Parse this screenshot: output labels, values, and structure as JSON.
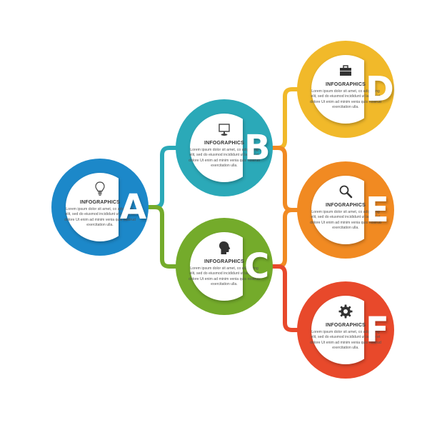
{
  "colors": {
    "A": "#1c88c9",
    "B": "#2ba9b8",
    "C": "#74ab2b",
    "D": "#f1b92a",
    "E": "#f18a22",
    "F": "#e8492b"
  },
  "nodes": [
    {
      "id": "A",
      "letter": "A",
      "title": "INFOGRAPHICS",
      "icon": "lightbulb-icon",
      "body": "Lorem ipsum dolor sit amet, co adipiscing elit, sed do eiusmod incididunt ut labore et dolore Ut enim ad minim venia quis nostrud exercitation ulla."
    },
    {
      "id": "B",
      "letter": "B",
      "title": "INFOGRAPHICS",
      "icon": "monitor-icon",
      "body": "Lorem ipsum dolor sit amet, co adipiscing elit, sed do eiusmod incididunt ut labore et dolore Ut enim ad minim venia quis nostrud exercitation ulla."
    },
    {
      "id": "C",
      "letter": "C",
      "title": "INFOGRAPHICS",
      "icon": "head-profile-icon",
      "body": "Lorem ipsum dolor sit amet, co adipiscing elit, sed do eiusmod incididunt ut labore et dolore Ut enim ad minim venia quis nostrud exercitation ulla."
    },
    {
      "id": "D",
      "letter": "D",
      "title": "INFOGRAPHICS",
      "icon": "briefcase-icon",
      "body": "Lorem ipsum dolor sit amet, co adipiscing elit, sed do eiusmod incididunt ut labore et dolore Ut enim ad minim venia quis nostrud exercitation ulla."
    },
    {
      "id": "E",
      "letter": "E",
      "title": "INFOGRAPHICS",
      "icon": "magnifier-icon",
      "body": "Lorem ipsum dolor sit amet, co adipiscing elit, sed do eiusmod incididunt ut labore et dolore Ut enim ad minim venia quis nostrud exercitation ulla."
    },
    {
      "id": "F",
      "letter": "F",
      "title": "INFOGRAPHICS",
      "icon": "gear-icon",
      "body": "Lorem ipsum dolor sit amet, co adipiscing elit, sed do eiusmod incididunt ut labore et dolore Ut enim ad minim venia quis nostrud exercitation ulla."
    }
  ],
  "connections": [
    {
      "from": "A",
      "to": "B"
    },
    {
      "from": "A",
      "to": "C"
    },
    {
      "from": "B",
      "to": "D"
    },
    {
      "from": "B",
      "to": "E"
    },
    {
      "from": "C",
      "to": "E"
    },
    {
      "from": "C",
      "to": "F"
    }
  ]
}
